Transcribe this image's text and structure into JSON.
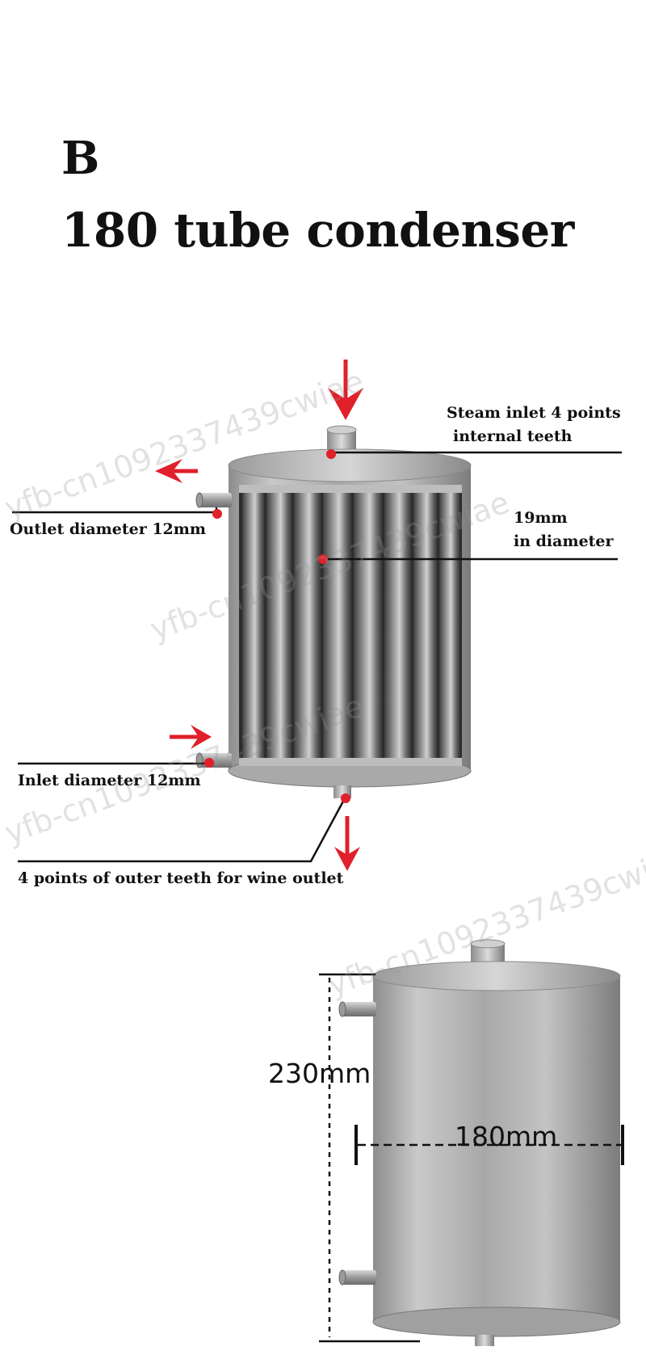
{
  "header": {
    "variant_letter": "B",
    "title": "180 tube condenser"
  },
  "diagram": {
    "labels": {
      "steam_inlet_line1": "Steam inlet 4 points",
      "steam_inlet_line2": "internal teeth",
      "tube_diameter_line1": "19mm",
      "tube_diameter_line2": "in diameter",
      "outlet": "Outlet diameter 12mm",
      "inlet": "Inlet diameter 12mm",
      "wine_outlet": "4 points of outer teeth for wine outlet"
    },
    "colors": {
      "arrow": "#e0202a",
      "marker": "#e0202a",
      "leader_line": "#111111"
    }
  },
  "dimensions": {
    "height": "230mm",
    "width": "180mm"
  },
  "watermark": {
    "text": "yfb-cn1092337439cwiae"
  }
}
